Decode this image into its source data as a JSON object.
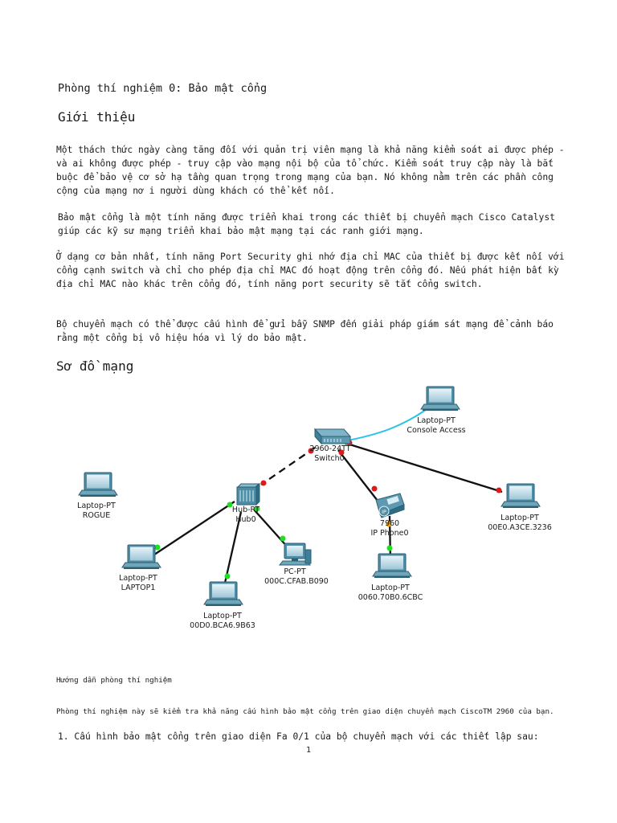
{
  "document": {
    "lab_title": "Phòng thí nghiệm 0: Bảo mật cổng",
    "intro_heading": "Giới thiệu",
    "para1": [
      "Một thách thức ngày càng tăng đối với quản trị viên mạng là khả năng kiểm soát ai được phép -",
      "và ai không được phép - truy cập vào mạng nội bộ của tổ chức. Kiểm soát truy cập này là bắt",
      "buộc để bảo vệ cơ  sở hạ tầng quan trọng trong mạng của bạn. Nó không nằm trên các phần công",
      "cộng của mạng nơ i người dùng khách có thể kết nối."
    ],
    "para2": [
      "Bảo mật cổng là một tính năng được triển khai trong các thiết bị chuyển mạch Cisco Catalyst",
      "giúp các kỹ sư  mạng triển khai bảo mật mạng tại các ranh giới mạng."
    ],
    "para3": [
      "Ở dạng cơ  bản nhất, tính năng Port Security ghi nhớ địa chỉ MAC của thiết bị được kết nối với",
      "cổng cạnh switch và chỉ cho phép địa chỉ MAC đó hoạt động trên cổng đó. Nếu phát hiện bất kỳ",
      "địa chỉ MAC nào khác trên cổng đó, tính năng port security sẽ tắt cổng switch."
    ],
    "para4": [
      "Bộ chuyển mạch có thể được cấu hình để gửi bẫy SNMP đến giải pháp giám sát mạng để cảnh báo",
      "rằng một cổng bị vô hiệu hóa vì lý do bảo mật."
    ],
    "diagram_heading": "Sơ  đồ mạng",
    "guide_heading": "Hướng dẫn phòng thí nghiệm",
    "guide_text": "Phòng thí nghiệm này sẽ kiểm tra khả năng cấu hình bảo mật cổng trên giao diện chuyển mạch CiscoTM 2960 của bạn.",
    "step1": "1. Cấu hình bảo mật cổng trên giao diện Fa 0/1 của bộ chuyển mạch với các thiết lập sau:",
    "page_number": "1"
  },
  "diagram": {
    "switch": {
      "model": "2960-24TT",
      "name": "Switch0"
    },
    "hub": {
      "model": "Hub-PT",
      "name": "Hub0"
    },
    "console_laptop": {
      "model": "Laptop-PT",
      "name": "Console Access"
    },
    "rogue_laptop": {
      "model": "Laptop-PT",
      "name": "ROGUE"
    },
    "laptop1": {
      "model": "Laptop-PT",
      "name": "LAPTOP1"
    },
    "laptop_hub": {
      "model": "Laptop-PT",
      "name": "00D0.BCA6.9B63"
    },
    "pc": {
      "model": "PC-PT",
      "name": "000C.CFAB.B090"
    },
    "phone": {
      "model": "7960",
      "name": "IP Phone0"
    },
    "laptop_phone": {
      "model": "Laptop-PT",
      "name": "0060.70B0.6CBC"
    },
    "laptop_right": {
      "model": "Laptop-PT",
      "name": "00E0.A3CE.3236"
    },
    "colors": {
      "link": "#111111",
      "console_link": "#27c3e6",
      "port_up": "#1ee01e",
      "port_down": "#e01818",
      "device": "#3f7f97"
    }
  }
}
